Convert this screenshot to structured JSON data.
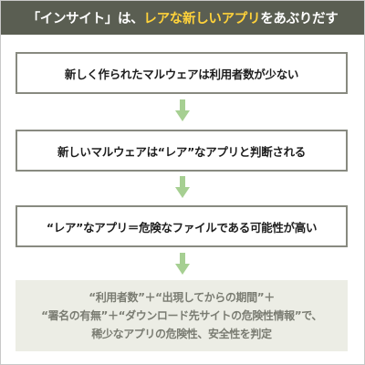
{
  "title": {
    "prefix": "「インサイト」は、",
    "accent": "レアな新しいアプリ",
    "suffix": "をあぶりだす"
  },
  "steps": [
    "新しく作られたマルウェアは利用者数が少ない",
    "新しいマルウェアは“レア”なアプリと判断される",
    "“レア”なアプリ＝危険なファイルである可能性が高い"
  ],
  "result": {
    "lines": [
      "“利用者数”＋“出現してからの期間”＋",
      "“署名の有無”＋“ダウンロード先サイトの危険性情報”で、",
      "稀少なアプリの危険性、安全性を判定"
    ]
  },
  "colors": {
    "title_background": "#5a5e52",
    "title_text": "#ffffff",
    "title_accent": "#ffd23a",
    "box_border": "#888a80",
    "arrow": "#a6cf92",
    "result_background": "#ecede5",
    "result_text": "#7a7c72"
  },
  "icons": {
    "arrow": "down-arrow-icon"
  }
}
